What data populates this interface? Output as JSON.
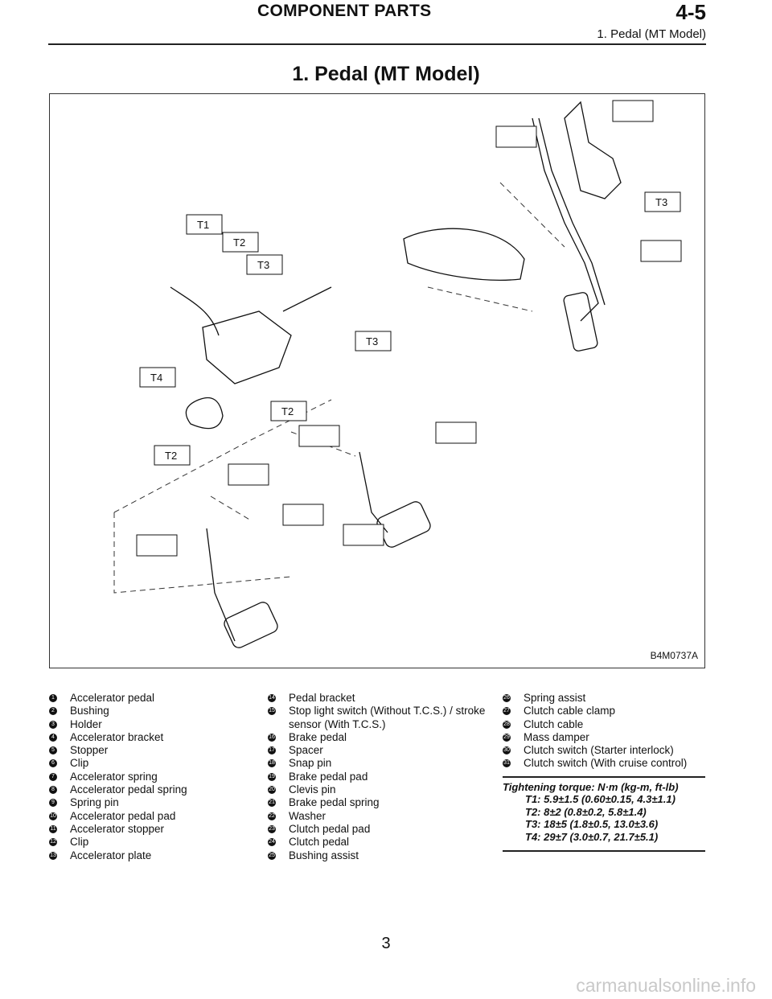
{
  "header": {
    "title": "COMPONENT PARTS",
    "section": "4-5",
    "subtitle": "1. Pedal (MT Model)"
  },
  "page_title": "1. Pedal (MT Model)",
  "figure_id": "B4M0737A",
  "torque_boxes": [
    "T1",
    "T2",
    "T3",
    "T4"
  ],
  "legend": [
    {
      "n": "1",
      "label": "Accelerator pedal"
    },
    {
      "n": "2",
      "label": "Bushing"
    },
    {
      "n": "3",
      "label": "Holder"
    },
    {
      "n": "4",
      "label": "Accelerator bracket"
    },
    {
      "n": "5",
      "label": "Stopper"
    },
    {
      "n": "6",
      "label": "Clip"
    },
    {
      "n": "7",
      "label": "Accelerator spring"
    },
    {
      "n": "8",
      "label": "Accelerator pedal spring"
    },
    {
      "n": "9",
      "label": "Spring pin"
    },
    {
      "n": "10",
      "label": "Accelerator pedal pad"
    },
    {
      "n": "11",
      "label": "Accelerator stopper"
    },
    {
      "n": "12",
      "label": "Clip"
    },
    {
      "n": "13",
      "label": "Accelerator plate"
    },
    {
      "n": "14",
      "label": "Pedal bracket"
    },
    {
      "n": "15",
      "label": "Stop light switch (Without T.C.S.) / stroke sensor (With T.C.S.)"
    },
    {
      "n": "16",
      "label": "Brake pedal"
    },
    {
      "n": "17",
      "label": "Spacer"
    },
    {
      "n": "18",
      "label": "Snap pin"
    },
    {
      "n": "19",
      "label": "Brake pedal pad"
    },
    {
      "n": "20",
      "label": "Clevis pin"
    },
    {
      "n": "21",
      "label": "Brake pedal spring"
    },
    {
      "n": "22",
      "label": "Washer"
    },
    {
      "n": "23",
      "label": "Clutch pedal pad"
    },
    {
      "n": "24",
      "label": "Clutch pedal"
    },
    {
      "n": "25",
      "label": "Bushing assist"
    },
    {
      "n": "26",
      "label": "Spring assist"
    },
    {
      "n": "27",
      "label": "Clutch cable clamp"
    },
    {
      "n": "28",
      "label": "Clutch cable"
    },
    {
      "n": "29",
      "label": "Mass damper"
    },
    {
      "n": "30",
      "label": "Clutch switch (Starter interlock)"
    },
    {
      "n": "31",
      "label": "Clutch switch (With cruise control)"
    }
  ],
  "torque": {
    "heading": "Tightening torque: N·m (kg-m, ft-lb)",
    "lines": [
      "T1: 5.9±1.5 (0.60±0.15, 4.3±1.1)",
      "T2: 8±2 (0.8±0.2, 5.8±1.4)",
      "T3: 18±5 (1.8±0.5, 13.0±3.6)",
      "T4: 29±7 (3.0±0.7, 21.7±5.1)"
    ]
  },
  "page_number": "3",
  "footer_url": "carmanualsonline.info"
}
